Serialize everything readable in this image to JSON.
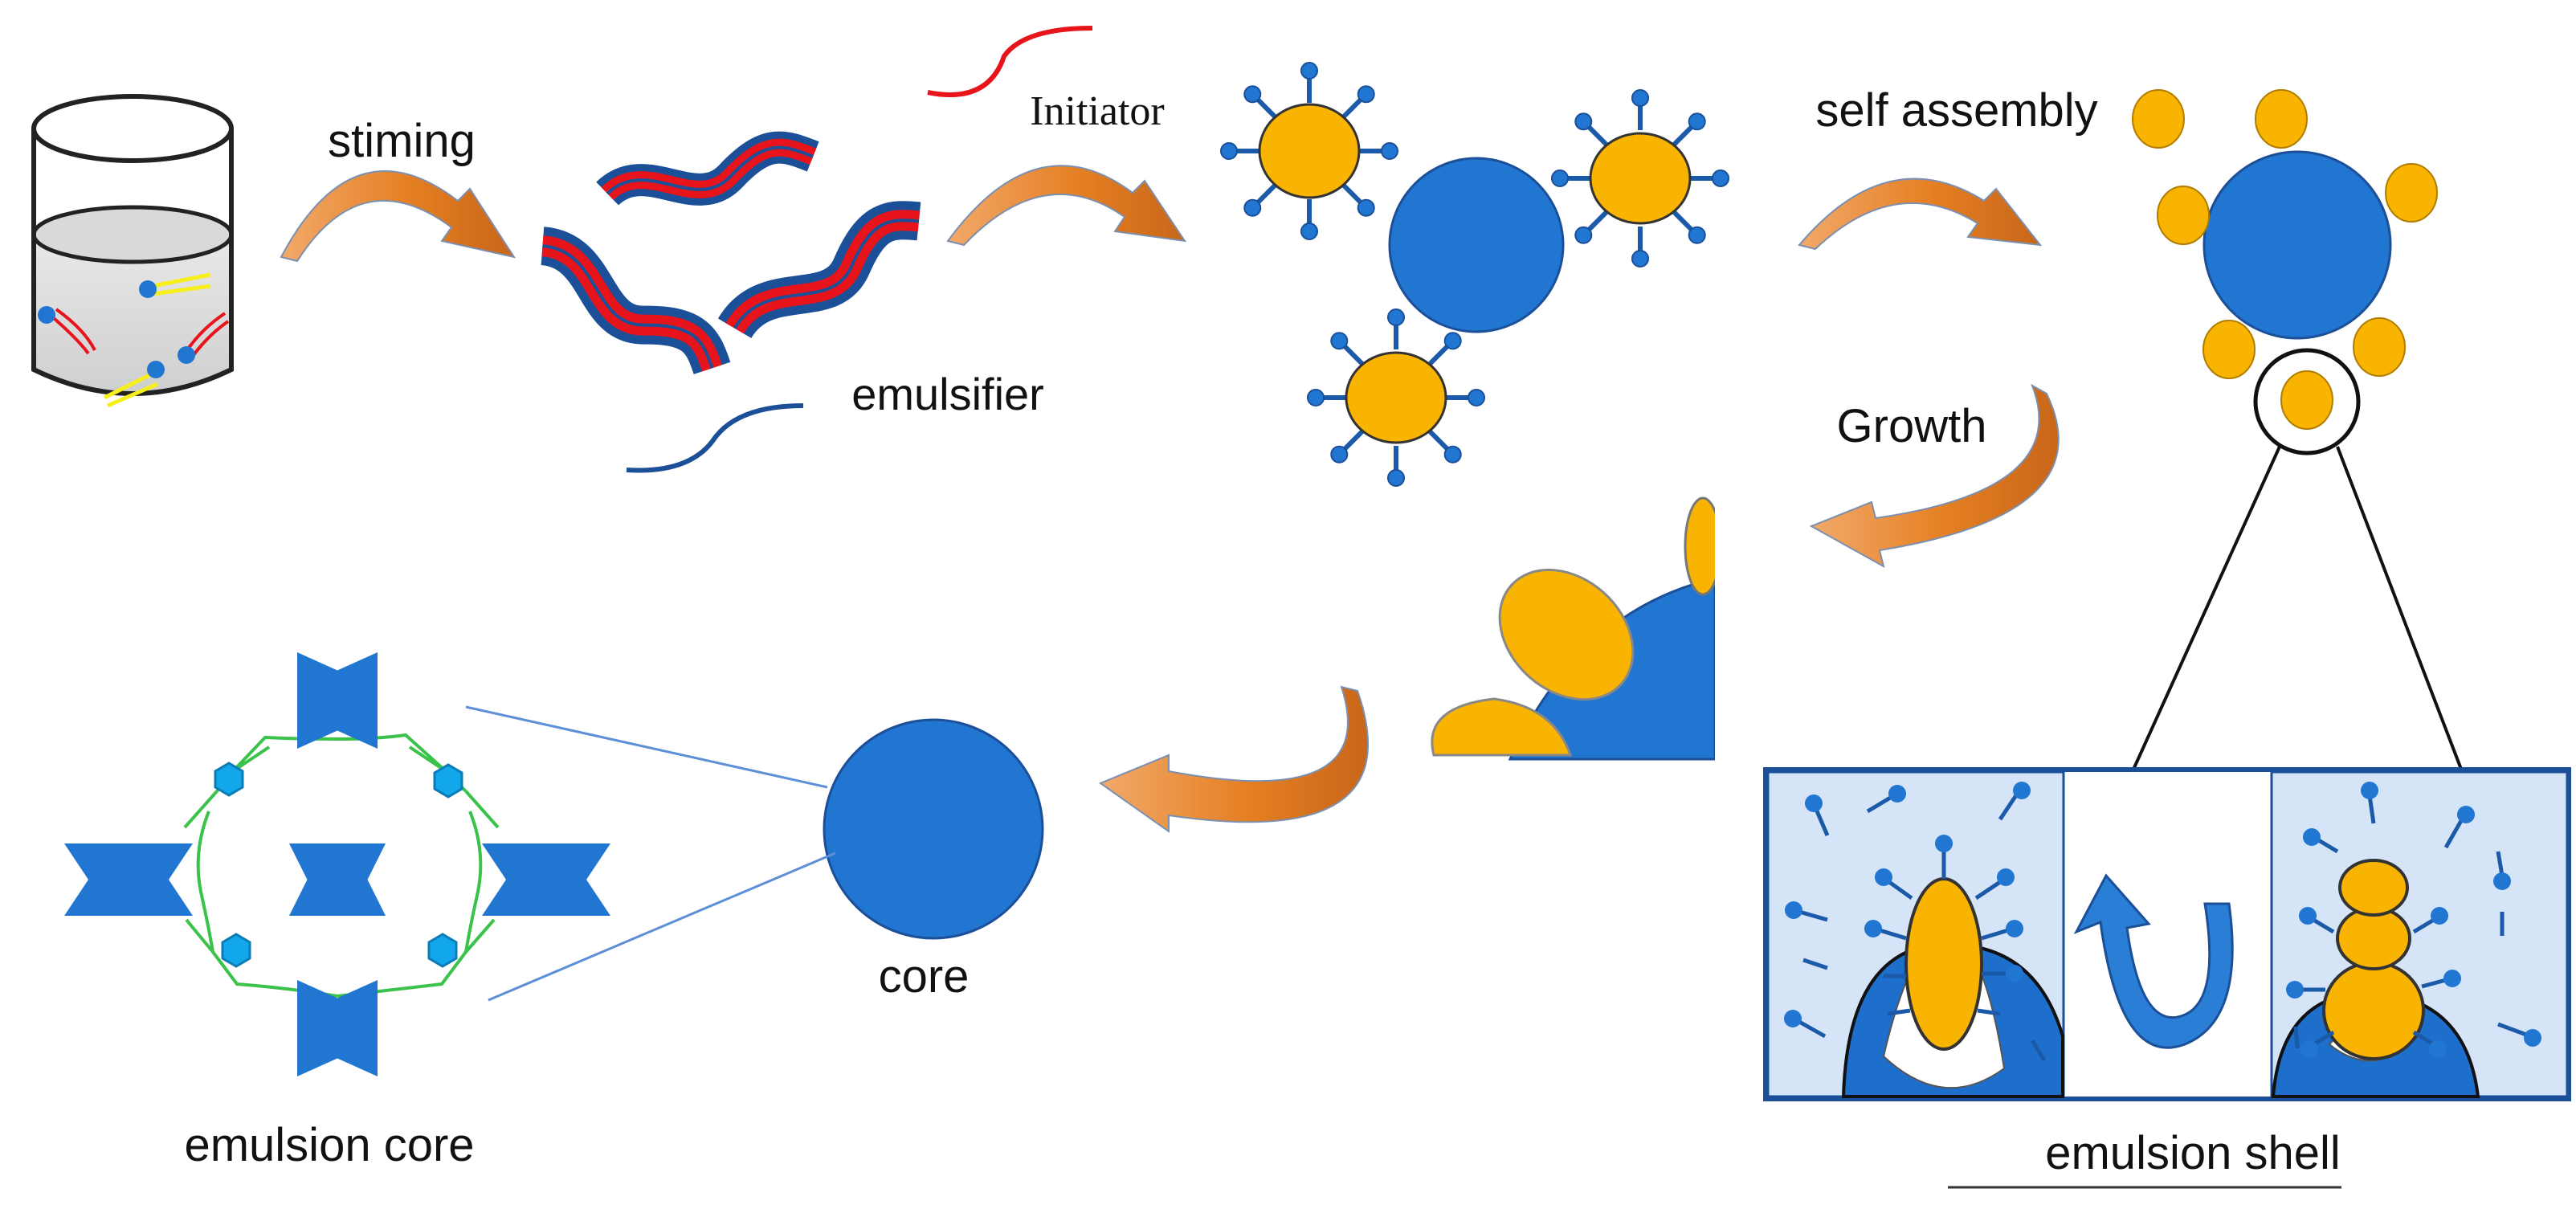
{
  "labels": {
    "stirring": "stiming",
    "initiator": "Initiator",
    "emulsifier": "emulsifier",
    "self_assembly": "self assembly",
    "growth": "Growth",
    "core": "core",
    "emulsion_core": "emulsion core",
    "emulsion_shell": "emulsion shell"
  },
  "colors": {
    "core_blue": "#2176d2",
    "dark_blue": "#1b4f98",
    "particle_yellow": "#f8b400",
    "emulsifier_red": "#e8141c",
    "arrow_orange": "#ec8a2e",
    "panel_bg": "#d6e4f7",
    "crosslink_green": "#3bc24a",
    "crosslink_cyan": "#12a6ea"
  }
}
